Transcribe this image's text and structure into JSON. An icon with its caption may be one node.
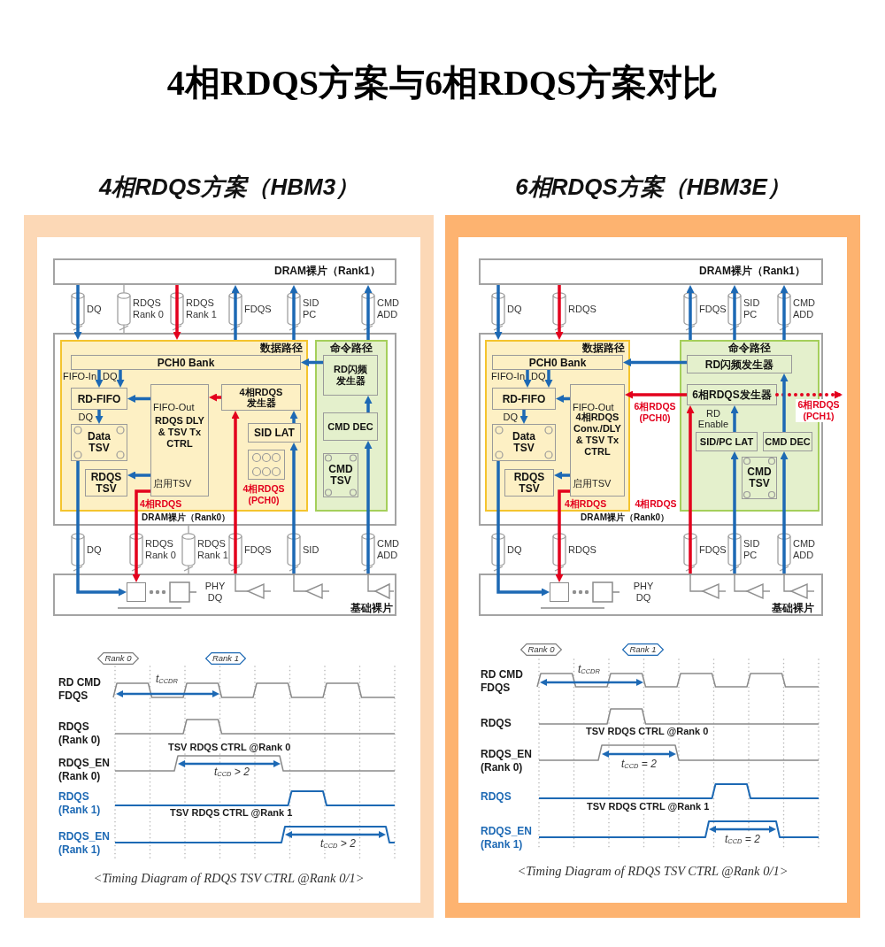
{
  "diagram": {
    "title": "4相RDQS方案与6相RDQS方案对比",
    "nodes": [
      {
        "text": [
          "4相RDQS方案（HBM3）"
        ]
      },
      {
        "text": [
          "DRAM裸片（Rank1）"
        ],
        "in": 0
      },
      {
        "text": [
          "DRAM裸片（Rank0）"
        ],
        "in": 0
      },
      {
        "text": [
          "数据路径"
        ],
        "in": 2
      },
      {
        "text": [
          "命令路径"
        ],
        "in": 2
      },
      {
        "text": [
          "PCH0 Bank"
        ],
        "in": 3
      },
      {
        "text": [
          "RD-FIFO"
        ],
        "in": 3
      },
      {
        "text": [
          "Data TSV"
        ],
        "in": 3
      },
      {
        "text": [
          "RDQS TSV"
        ],
        "in": 3
      },
      {
        "text": [
          "RDQS DLY & TSV Tx CTRL"
        ],
        "in": 3
      },
      {
        "text": [
          "4相RDQS发生器"
        ],
        "in": 3
      },
      {
        "text": [
          "SID LAT"
        ],
        "in": 3
      },
      {
        "text": [],
        "shape": "box",
        "in": 3
      },
      {
        "text": [
          "RD闪频发生器"
        ],
        "in": 4
      },
      {
        "text": [
          "CMD DEC"
        ],
        "in": 4
      },
      {
        "text": [
          "CMD TSV"
        ],
        "in": 4
      },
      {
        "text": [
          "基础裸片"
        ],
        "in": 0
      },
      {
        "text": [],
        "shape": "box",
        "in": 16
      },
      {
        "text": [
          "Rank 0"
        ],
        "in": 0
      },
      {
        "text": [
          "Rank 1"
        ],
        "in": 0
      },
      {
        "text": [
          "6相RDQS方案（HBM3E）"
        ]
      },
      {
        "text": [
          "DRAM裸片（Rank1）"
        ],
        "in": 20
      },
      {
        "text": [
          "DRAM裸片（Rank0）"
        ],
        "in": 20
      },
      {
        "text": [
          "数据路径"
        ],
        "in": 22
      },
      {
        "text": [
          "命令路径"
        ],
        "in": 22
      },
      {
        "text": [
          "PCH0 Bank"
        ],
        "in": 23
      },
      {
        "text": [
          "RD-FIFO"
        ],
        "in": 23
      },
      {
        "text": [
          "Data TSV"
        ],
        "in": 23
      },
      {
        "text": [
          "RDQS TSV"
        ],
        "in": 23
      },
      {
        "text": [
          "4相RDQS Conv./DLY & TSV Tx CTRL"
        ],
        "in": 23
      },
      {
        "text": [
          "RD闪频发生器"
        ],
        "in": 24
      },
      {
        "text": [
          "6相RDQS发生器"
        ],
        "in": 24
      },
      {
        "text": [
          "SID/PC LAT"
        ],
        "in": 24
      },
      {
        "text": [
          "CMD DEC"
        ],
        "in": 24
      },
      {
        "text": [
          "CMD TSV"
        ],
        "in": 24
      },
      {
        "text": [
          "基础裸片"
        ],
        "in": 20
      },
      {
        "text": [],
        "shape": "box",
        "in": 35
      },
      {
        "text": [
          "Rank 0"
        ],
        "in": 20
      },
      {
        "text": [
          "Rank 1"
        ],
        "in": 20
      }
    ],
    "edges": [
      {
        "from": 1,
        "to": 3,
        "arrow": "to"
      },
      {
        "from": 1,
        "to": 3,
        "arrow": "to",
        "color": "#e3001d"
      },
      {
        "from": 3,
        "to": 1,
        "arrow": "to"
      },
      {
        "from": 3,
        "to": 1,
        "arrow": "to"
      },
      {
        "from": 4,
        "to": 1,
        "arrow": "to"
      },
      {
        "from": 13,
        "to": 5,
        "arrow": "to"
      },
      {
        "from": 5,
        "to": 6,
        "arrow": "to",
        "label": "FIFO-In"
      },
      {
        "from": 5,
        "to": 6,
        "arrow": "to",
        "label": "DQ"
      },
      {
        "from": 9,
        "to": 6,
        "arrow": "to",
        "label": "FIFO-Out"
      },
      {
        "from": 6,
        "to": 7,
        "arrow": "to",
        "label": "DQ"
      },
      {
        "from": 10,
        "to": 9,
        "arrow": "to",
        "color": "#e3001d"
      },
      {
        "from": 9,
        "to": 8,
        "arrow": "to",
        "label": "启用TSV"
      },
      {
        "from": 9,
        "to": 17,
        "arrow": "to",
        "label": "4相RDQS",
        "color": "#e3001d"
      },
      {
        "from": 7,
        "to": 17,
        "arrow": "to"
      },
      {
        "from": 16,
        "to": 10,
        "arrow": "to",
        "label": "4相RDQS (PCH0)",
        "color": "#e3001d"
      },
      {
        "from": 16,
        "to": 11,
        "arrow": "to"
      },
      {
        "from": 11,
        "to": 10,
        "arrow": "to"
      },
      {
        "from": 16,
        "to": 14,
        "arrow": "to"
      },
      {
        "from": 14,
        "to": 13,
        "arrow": "to"
      },
      {
        "from": 21,
        "to": 23,
        "arrow": "to"
      },
      {
        "from": 21,
        "to": 23,
        "arrow": "to",
        "color": "#e3001d"
      },
      {
        "from": 24,
        "to": 21,
        "arrow": "to"
      },
      {
        "from": 24,
        "to": 21,
        "arrow": "to"
      },
      {
        "from": 24,
        "to": 21,
        "arrow": "to"
      },
      {
        "from": 30,
        "to": 25,
        "arrow": "to"
      },
      {
        "from": 25,
        "to": 26,
        "arrow": "to",
        "label": "FIFO-In"
      },
      {
        "from": 25,
        "to": 26,
        "arrow": "to",
        "label": "DQ"
      },
      {
        "from": 29,
        "to": 26,
        "arrow": "to",
        "label": "FIFO-Out"
      },
      {
        "from": 26,
        "to": 27,
        "arrow": "to",
        "label": "DQ"
      },
      {
        "from": 31,
        "to": 29,
        "arrow": "to",
        "label": "6相RDQS (PCH0)",
        "color": "#e3001d"
      },
      {
        "from": 31,
        "to": null,
        "arrow": "to",
        "label": "6相RDQS (PCH1)",
        "color": "#e3001d",
        "style": "dashed"
      },
      {
        "from": 29,
        "to": 28,
        "arrow": "to",
        "label": "启用TSV"
      },
      {
        "from": 29,
        "to": 36,
        "arrow": "to",
        "label": "4相RDQS",
        "color": "#e3001d"
      },
      {
        "from": 27,
        "to": 36,
        "arrow": "to"
      },
      {
        "from": 35,
        "to": 31,
        "arrow": "to",
        "label": "4相RDQS",
        "color": "#e3001d"
      },
      {
        "from": 32,
        "to": 31,
        "arrow": "to",
        "label": "RD Enable"
      },
      {
        "from": 35,
        "to": 32,
        "arrow": "to"
      },
      {
        "from": 35,
        "to": 33,
        "arrow": "to"
      },
      {
        "from": 33,
        "to": 30,
        "arrow": "to"
      }
    ],
    "labels": [
      "DQ",
      "RDQS Rank 0",
      "RDQS Rank 1",
      "FDQS",
      "SID PC",
      "CMD ADD",
      "DQ",
      "RDQS Rank 0",
      "RDQS Rank 1",
      "FDQS",
      "SID",
      "CMD ADD",
      "PHY DQ",
      "RD CMD FDQS",
      "t$_{CCDR}$",
      "RDQS (Rank 0)",
      "TSV RDQS CTRL @Rank 0",
      "RDQS_EN (Rank 0)",
      "t$_{CCD}$ > 2",
      "RDQS (Rank 1)",
      "TSV RDQS CTRL @Rank 1",
      "RDQS_EN (Rank 1)",
      "t$_{CCD}$ > 2",
      "<Timing Diagram of RDQS TSV CTRL @Rank 0/1>",
      "DQ",
      "RDQS",
      "FDQS",
      "SID PC",
      "CMD ADD",
      "DQ",
      "RDQS",
      "FDQS",
      "SID PC",
      "CMD ADD",
      "PHY DQ",
      "RD CMD FDQS",
      "t$_{CCDR}$",
      "RDQS",
      "TSV RDQS CTRL @Rank 0",
      "RDQS_EN (Rank 0)",
      "t$_{CCD}$ = 2",
      "RDQS",
      "TSV RDQS CTRL @Rank 1",
      "RDQS_EN (Rank 1)",
      "t$_{CCD}$ = 2",
      "<Timing Diagram of RDQS TSV CTRL @Rank 0/1>"
    ]
  }
}
